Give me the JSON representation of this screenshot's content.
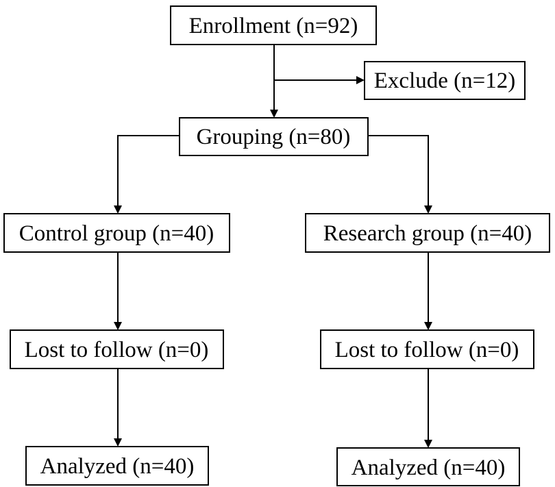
{
  "diagram": {
    "type": "flowchart",
    "colors": {
      "line": "#000000",
      "box_fill": "#ffffff",
      "text": "#000000"
    },
    "nodes": {
      "enrollment": "Enrollment (n=92)",
      "exclude": "Exclude (n=12)",
      "grouping": "Grouping (n=80)",
      "control_group": "Control group (n=40)",
      "research_group": "Research group (n=40)",
      "control_lost": "Lost to follow (n=0)",
      "research_lost": "Lost to follow (n=0)",
      "control_analyzed": "Analyzed (n=40)",
      "research_analyzed": "Analyzed (n=40)"
    },
    "edges": [
      {
        "from": "enrollment",
        "to": "exclude"
      },
      {
        "from": "enrollment",
        "to": "grouping"
      },
      {
        "from": "grouping",
        "to": "control_group"
      },
      {
        "from": "grouping",
        "to": "research_group"
      },
      {
        "from": "control_group",
        "to": "control_lost"
      },
      {
        "from": "research_group",
        "to": "research_lost"
      },
      {
        "from": "control_lost",
        "to": "control_analyzed"
      },
      {
        "from": "research_lost",
        "to": "research_analyzed"
      }
    ]
  }
}
